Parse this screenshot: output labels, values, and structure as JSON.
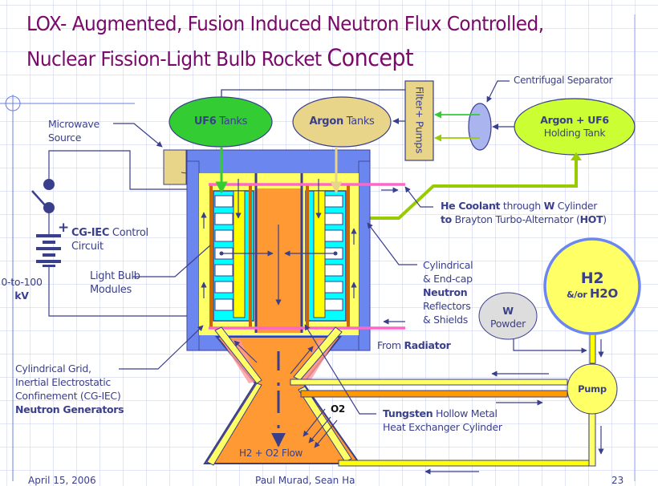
{
  "title": {
    "line1": "LOX- Augmented, Fusion Induced Neutron Flux Controlled,",
    "line2_a": "Nuclear Fission-Light Bulb Rocket ",
    "line2_b": "Concept"
  },
  "components": {
    "uf6_tanks": {
      "bold": "UF6",
      "text": " Tanks"
    },
    "argon_tanks": {
      "bold": "Argon",
      "text": " Tanks"
    },
    "filter_pumps": "Filter+ Pumps",
    "holding_tank": {
      "line1": "Argon + UF6",
      "line2": "Holding Tank"
    },
    "w_powder": {
      "line1": "W",
      "line2": "Powder"
    },
    "h2_tank": {
      "line1": "H2",
      "line2_prefix": "&/or ",
      "line2_main": "H2O"
    },
    "pump": "Pump"
  },
  "labels": {
    "centrifugal_separator": "Centrifugal Separator",
    "microwave_source": {
      "line1": "Microwave",
      "line2": "Source"
    },
    "control_circuit": {
      "bold": "CG-IEC",
      "text": " Control",
      "line2": "Circuit"
    },
    "voltage": {
      "line1": "0-to-100",
      "line2": "kV"
    },
    "light_bulb_modules": {
      "line1": "Light Bulb",
      "line2": "Modules"
    },
    "he_coolant": {
      "b1": "He Coolant",
      "t1": " through ",
      "b2": "W",
      "t2": " Cylinder",
      "b3": "to",
      "t3": " Brayton Turbo-Alternator (",
      "b4": "HOT",
      "t4": ")"
    },
    "reflectors": {
      "line1": "Cylindrical",
      "line2": "& End-cap",
      "line3": "Neutron",
      "line4": "Reflectors",
      "line5": "& Shields"
    },
    "from_radiator": {
      "text": "From ",
      "bold": "Radiator"
    },
    "cg_iec": {
      "line1": "Cylindrical Grid,",
      "line2": "Inertial Electrostatic",
      "line3": "Confinement (CG-IEC)",
      "line4": "Neutron Generators"
    },
    "tungsten": {
      "bold": "Tungsten",
      "text": " Hollow Metal",
      "line2": "Heat Exchanger Cylinder"
    },
    "o2": "O2",
    "flow": "H2 + O2  Flow"
  },
  "footer": {
    "date": "April 15, 2006",
    "author": "Paul Murad, Sean Ha",
    "page": "23"
  },
  "colors": {
    "title": "#7a0a6a",
    "label": "#3a3f8c",
    "line": "#3a3f8c",
    "shield_blue": "#6b86ee",
    "yellow": "#ffff66",
    "cyan": "#00ffff",
    "orange": "#ff9933",
    "rod_orange": "#cc6600",
    "pink": "#ff66cc",
    "uf6_green": "#33cc33",
    "argon_tan": "#e8d58a",
    "lime": "#99cc00",
    "holding_lime": "#ccff33",
    "separator": "#aab4ee",
    "powder_gray": "#dddddd"
  }
}
